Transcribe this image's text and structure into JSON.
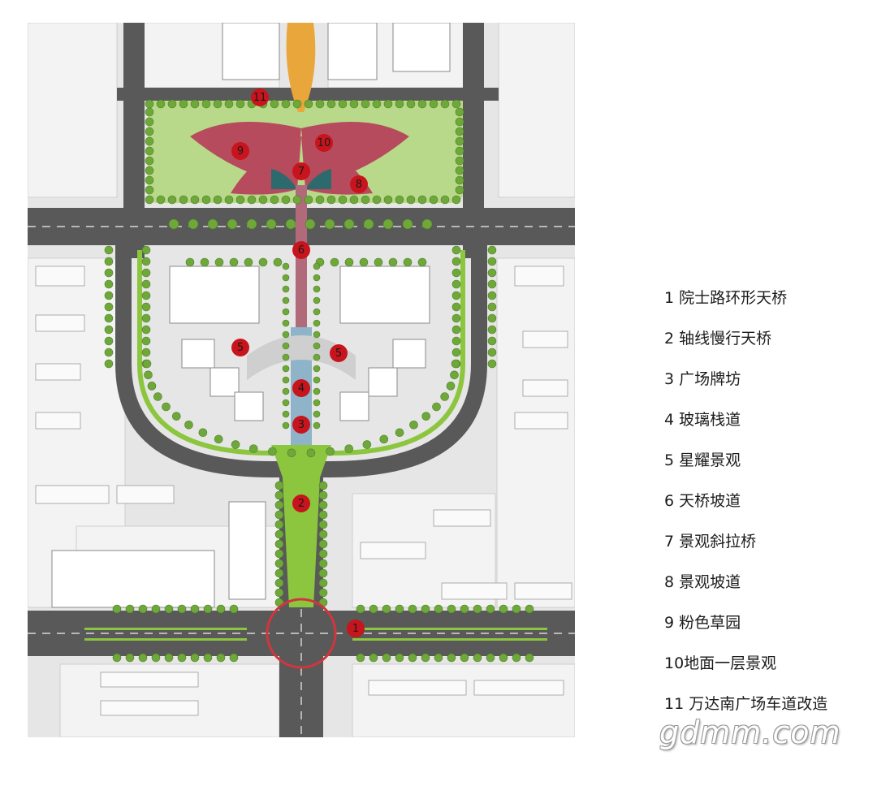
{
  "map": {
    "markers": [
      {
        "label": "11",
        "id": 11
      },
      {
        "label": "10",
        "id": 10
      },
      {
        "label": "9",
        "id": 9
      },
      {
        "label": "7",
        "id": 7
      },
      {
        "label": "8",
        "id": 8
      },
      {
        "label": "6",
        "id": 6
      },
      {
        "label": "5",
        "id": 5
      },
      {
        "label": "5",
        "id": 5
      },
      {
        "label": "4",
        "id": 4
      },
      {
        "label": "3",
        "id": 3
      },
      {
        "label": "2",
        "id": 2
      },
      {
        "label": "1",
        "id": 1
      }
    ],
    "colors": {
      "marker": "#c8141c",
      "road": "#5a5a5a",
      "block": "#f4f4f4",
      "green": "#8cc63f",
      "tree": "#6fa83a",
      "pink_garden": "#b5405a",
      "glass": "#8fb4c9",
      "ring_bridge": "#d0363c"
    }
  },
  "legend": {
    "items": [
      "1 院士路环形天桥",
      "2 轴线慢行天桥",
      "3 广场牌坊",
      "4 玻璃栈道",
      "5 星耀景观",
      "6 天桥坡道",
      "7 景观斜拉桥",
      "8 景观坡道",
      "9 粉色草园",
      "10地面一层景观",
      "11 万达南广场车道改造"
    ]
  },
  "watermark": "gdmm.com"
}
